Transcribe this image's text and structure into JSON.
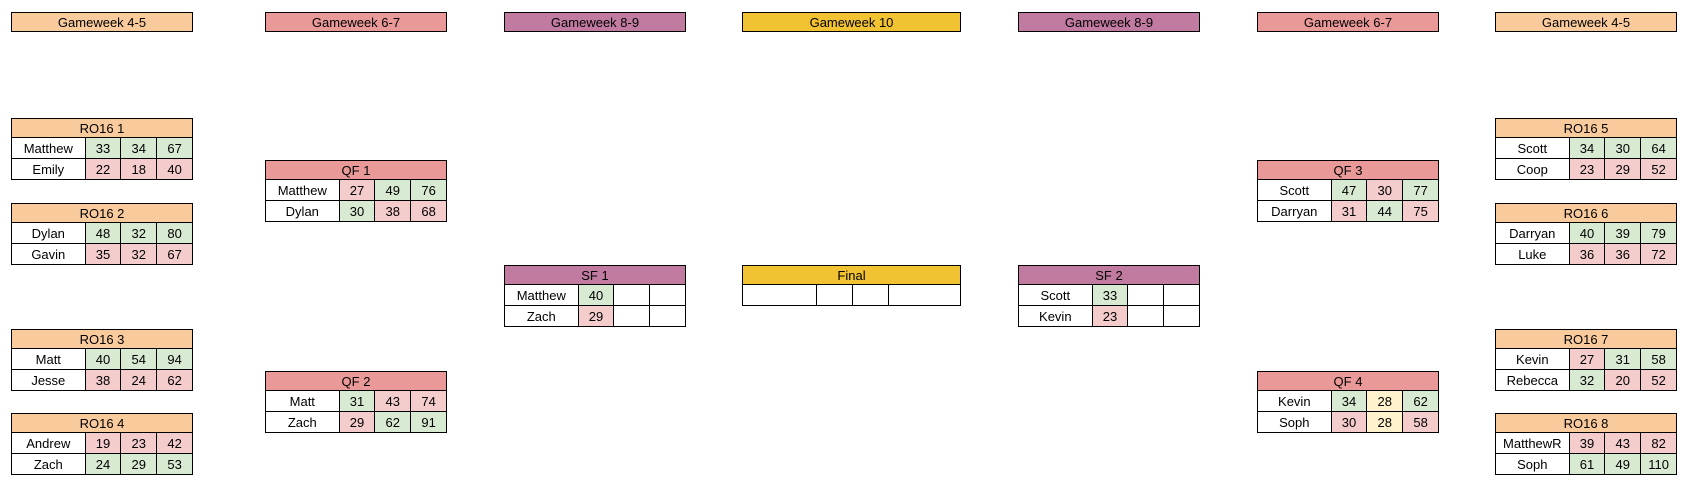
{
  "headers": [
    {
      "label": "Gameweek 4-5",
      "color": "#f9cb9c"
    },
    {
      "label": "Gameweek 6-7",
      "color": "#ea9999"
    },
    {
      "label": "Gameweek 8-9",
      "color": "#c27ba0"
    },
    {
      "label": "Gameweek 10",
      "color": "#f1c232"
    },
    {
      "label": "Gameweek 8-9",
      "color": "#c27ba0"
    },
    {
      "label": "Gameweek 6-7",
      "color": "#ea9999"
    },
    {
      "label": "Gameweek 4-5",
      "color": "#f9cb9c"
    }
  ],
  "ro16": [
    {
      "title": "RO16 1",
      "rows": [
        {
          "name": "Matthew",
          "s": [
            "33",
            "34",
            "67"
          ],
          "c": [
            "g",
            "g",
            "g"
          ]
        },
        {
          "name": "Emily",
          "s": [
            "22",
            "18",
            "40"
          ],
          "c": [
            "r",
            "r",
            "r"
          ]
        }
      ]
    },
    {
      "title": "RO16 2",
      "rows": [
        {
          "name": "Dylan",
          "s": [
            "48",
            "32",
            "80"
          ],
          "c": [
            "g",
            "g",
            "g"
          ]
        },
        {
          "name": "Gavin",
          "s": [
            "35",
            "32",
            "67"
          ],
          "c": [
            "r",
            "r",
            "r"
          ]
        }
      ]
    },
    {
      "title": "RO16 3",
      "rows": [
        {
          "name": "Matt",
          "s": [
            "40",
            "54",
            "94"
          ],
          "c": [
            "g",
            "g",
            "g"
          ]
        },
        {
          "name": "Jesse",
          "s": [
            "38",
            "24",
            "62"
          ],
          "c": [
            "r",
            "r",
            "r"
          ]
        }
      ]
    },
    {
      "title": "RO16 4",
      "rows": [
        {
          "name": "Andrew",
          "s": [
            "19",
            "23",
            "42"
          ],
          "c": [
            "r",
            "r",
            "r"
          ]
        },
        {
          "name": "Zach",
          "s": [
            "24",
            "29",
            "53"
          ],
          "c": [
            "g",
            "g",
            "g"
          ]
        }
      ]
    },
    {
      "title": "RO16 5",
      "rows": [
        {
          "name": "Scott",
          "s": [
            "34",
            "30",
            "64"
          ],
          "c": [
            "g",
            "g",
            "g"
          ]
        },
        {
          "name": "Coop",
          "s": [
            "23",
            "29",
            "52"
          ],
          "c": [
            "r",
            "r",
            "r"
          ]
        }
      ]
    },
    {
      "title": "RO16 6",
      "rows": [
        {
          "name": "Darryan",
          "s": [
            "40",
            "39",
            "79"
          ],
          "c": [
            "g",
            "g",
            "g"
          ]
        },
        {
          "name": "Luke",
          "s": [
            "36",
            "36",
            "72"
          ],
          "c": [
            "r",
            "r",
            "r"
          ]
        }
      ]
    },
    {
      "title": "RO16 7",
      "rows": [
        {
          "name": "Kevin",
          "s": [
            "27",
            "31",
            "58"
          ],
          "c": [
            "r",
            "g",
            "g"
          ]
        },
        {
          "name": "Rebecca",
          "s": [
            "32",
            "20",
            "52"
          ],
          "c": [
            "g",
            "r",
            "r"
          ]
        }
      ]
    },
    {
      "title": "RO16 8",
      "rows": [
        {
          "name": "MatthewR",
          "s": [
            "39",
            "43",
            "82"
          ],
          "c": [
            "r",
            "r",
            "r"
          ]
        },
        {
          "name": "Soph",
          "s": [
            "61",
            "49",
            "110"
          ],
          "c": [
            "g",
            "g",
            "g"
          ]
        }
      ]
    }
  ],
  "qf": [
    {
      "title": "QF 1",
      "rows": [
        {
          "name": "Matthew",
          "s": [
            "27",
            "49",
            "76"
          ],
          "c": [
            "r",
            "g",
            "g"
          ]
        },
        {
          "name": "Dylan",
          "s": [
            "30",
            "38",
            "68"
          ],
          "c": [
            "g",
            "r",
            "r"
          ]
        }
      ]
    },
    {
      "title": "QF 2",
      "rows": [
        {
          "name": "Matt",
          "s": [
            "31",
            "43",
            "74"
          ],
          "c": [
            "g",
            "r",
            "r"
          ]
        },
        {
          "name": "Zach",
          "s": [
            "29",
            "62",
            "91"
          ],
          "c": [
            "r",
            "g",
            "g"
          ]
        }
      ]
    },
    {
      "title": "QF 3",
      "rows": [
        {
          "name": "Scott",
          "s": [
            "47",
            "30",
            "77"
          ],
          "c": [
            "g",
            "r",
            "g"
          ]
        },
        {
          "name": "Darryan",
          "s": [
            "31",
            "44",
            "75"
          ],
          "c": [
            "r",
            "g",
            "r"
          ]
        }
      ]
    },
    {
      "title": "QF 4",
      "rows": [
        {
          "name": "Kevin",
          "s": [
            "34",
            "28",
            "62"
          ],
          "c": [
            "g",
            "y",
            "g"
          ]
        },
        {
          "name": "Soph",
          "s": [
            "30",
            "28",
            "58"
          ],
          "c": [
            "r",
            "y",
            "r"
          ]
        }
      ]
    }
  ],
  "sf": [
    {
      "title": "SF 1",
      "rows": [
        {
          "name": "Matthew",
          "s": [
            "40",
            "",
            ""
          ],
          "c": [
            "g",
            "w",
            "w"
          ]
        },
        {
          "name": "Zach",
          "s": [
            "29",
            "",
            ""
          ],
          "c": [
            "r",
            "w",
            "w"
          ]
        }
      ]
    },
    {
      "title": "SF 2",
      "rows": [
        {
          "name": "Scott",
          "s": [
            "33",
            "",
            ""
          ],
          "c": [
            "g",
            "w",
            "w"
          ]
        },
        {
          "name": "Kevin",
          "s": [
            "23",
            "",
            ""
          ],
          "c": [
            "r",
            "w",
            "w"
          ]
        }
      ]
    }
  ],
  "final": {
    "title": "Final",
    "cells": [
      "",
      "",
      "",
      ""
    ]
  }
}
